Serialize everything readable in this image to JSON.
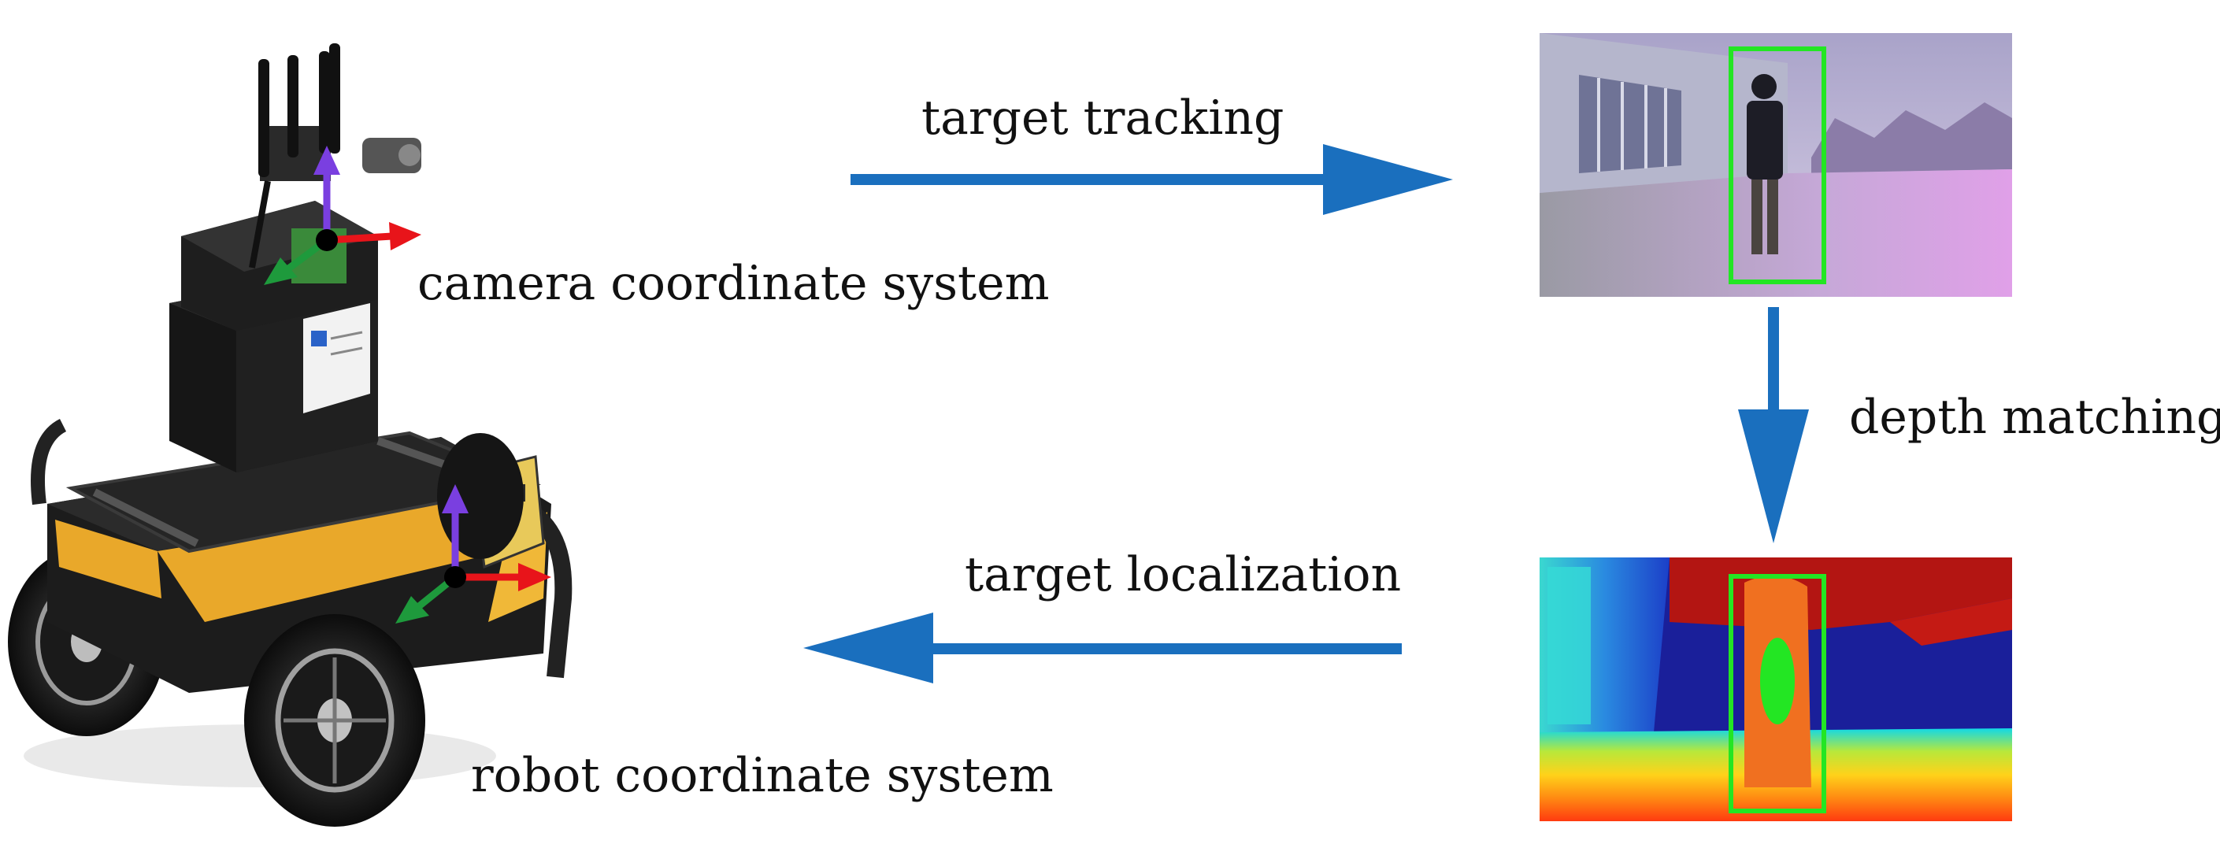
{
  "labels": {
    "camera_frame": "camera coordinate system",
    "robot_frame": "robot coordinate system",
    "step_tracking": "target tracking",
    "step_depth": "depth matching",
    "step_localization": "target localization"
  },
  "colors": {
    "arrow": "#1a6fbe",
    "box": "#23e623",
    "axis_x": "#e8141a",
    "axis_y": "#1e9a3c",
    "axis_z": "#7a3fe0",
    "origin": "#000000",
    "robot_body": "#1c1c1c",
    "robot_trim": "#e9a82a"
  },
  "icons": {
    "robot": "mobile-robot-photo",
    "camera_photo": "rgb-camera-frame-photo",
    "depth_photo": "depth-map-photo"
  }
}
